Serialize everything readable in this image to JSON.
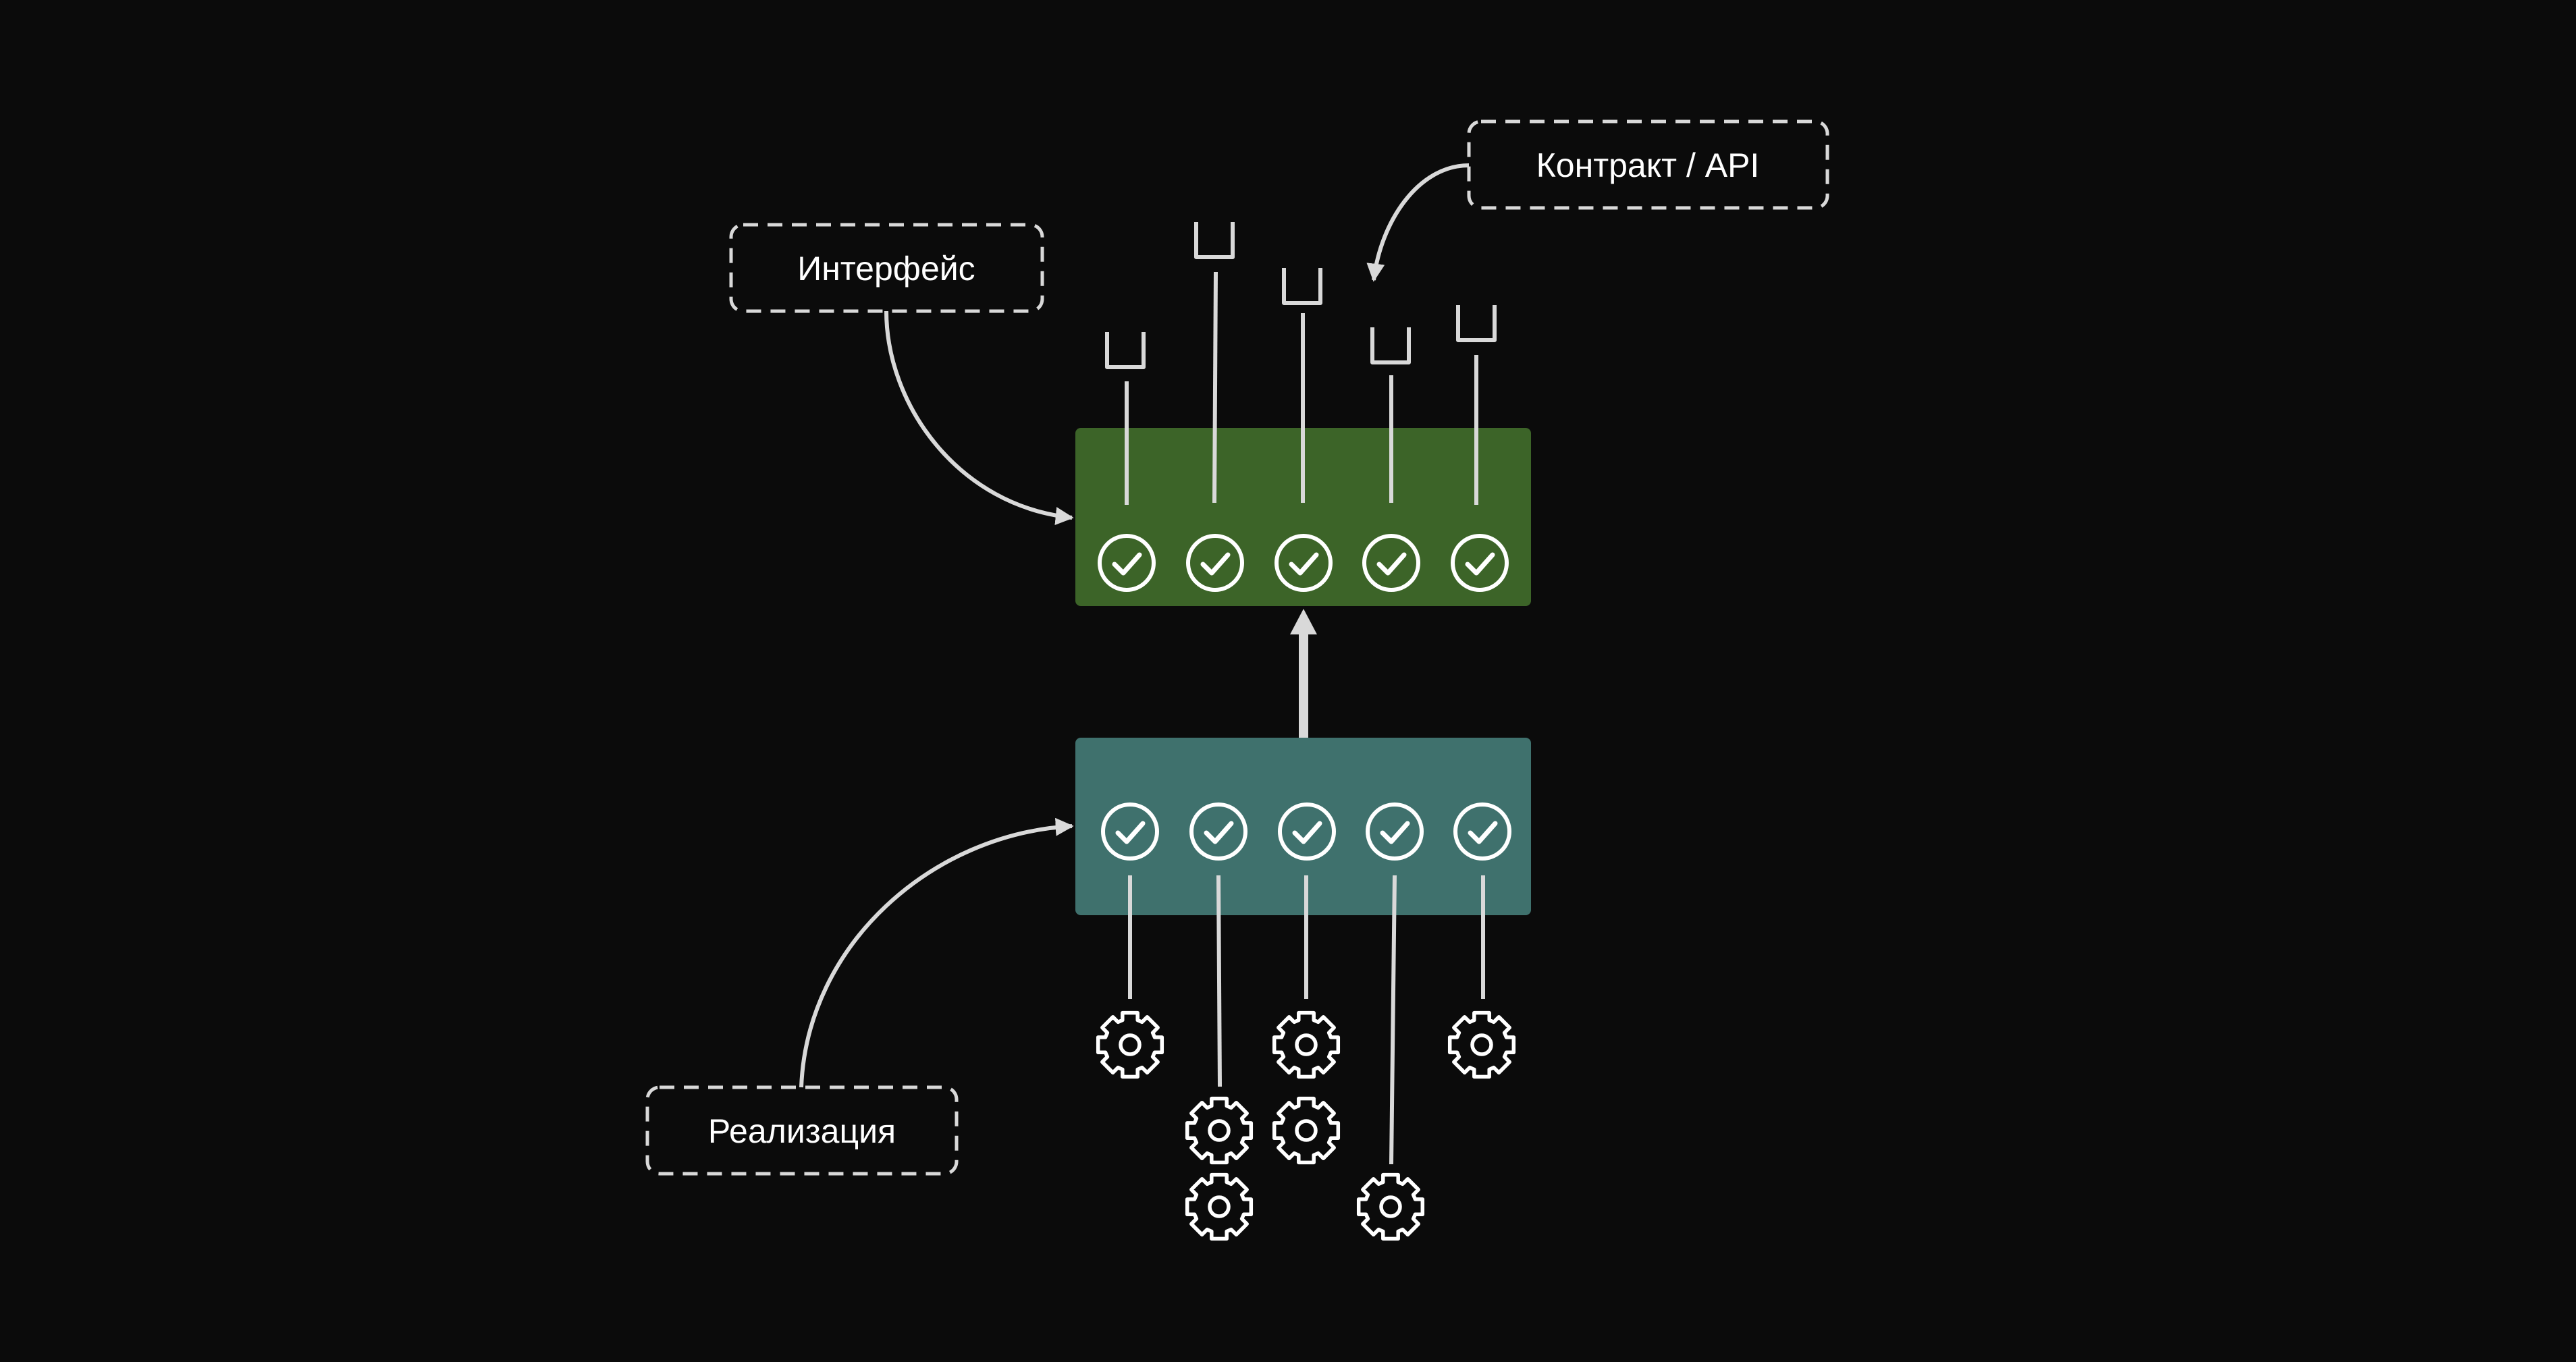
{
  "labels": {
    "interface": "Интерфейс",
    "contract": "Контракт / API",
    "implementation": "Реализация"
  },
  "colors": {
    "background": "#0b0b0b",
    "interface_block": "#3c6428",
    "implementation_block": "#3f716d",
    "line": "#d9d9d9",
    "text": "#ffffff"
  },
  "icons": {
    "interface_row": "check-circle-icon",
    "implementation_row": "check-circle-icon",
    "sockets": "socket-icon",
    "internals": "gear-icon"
  }
}
